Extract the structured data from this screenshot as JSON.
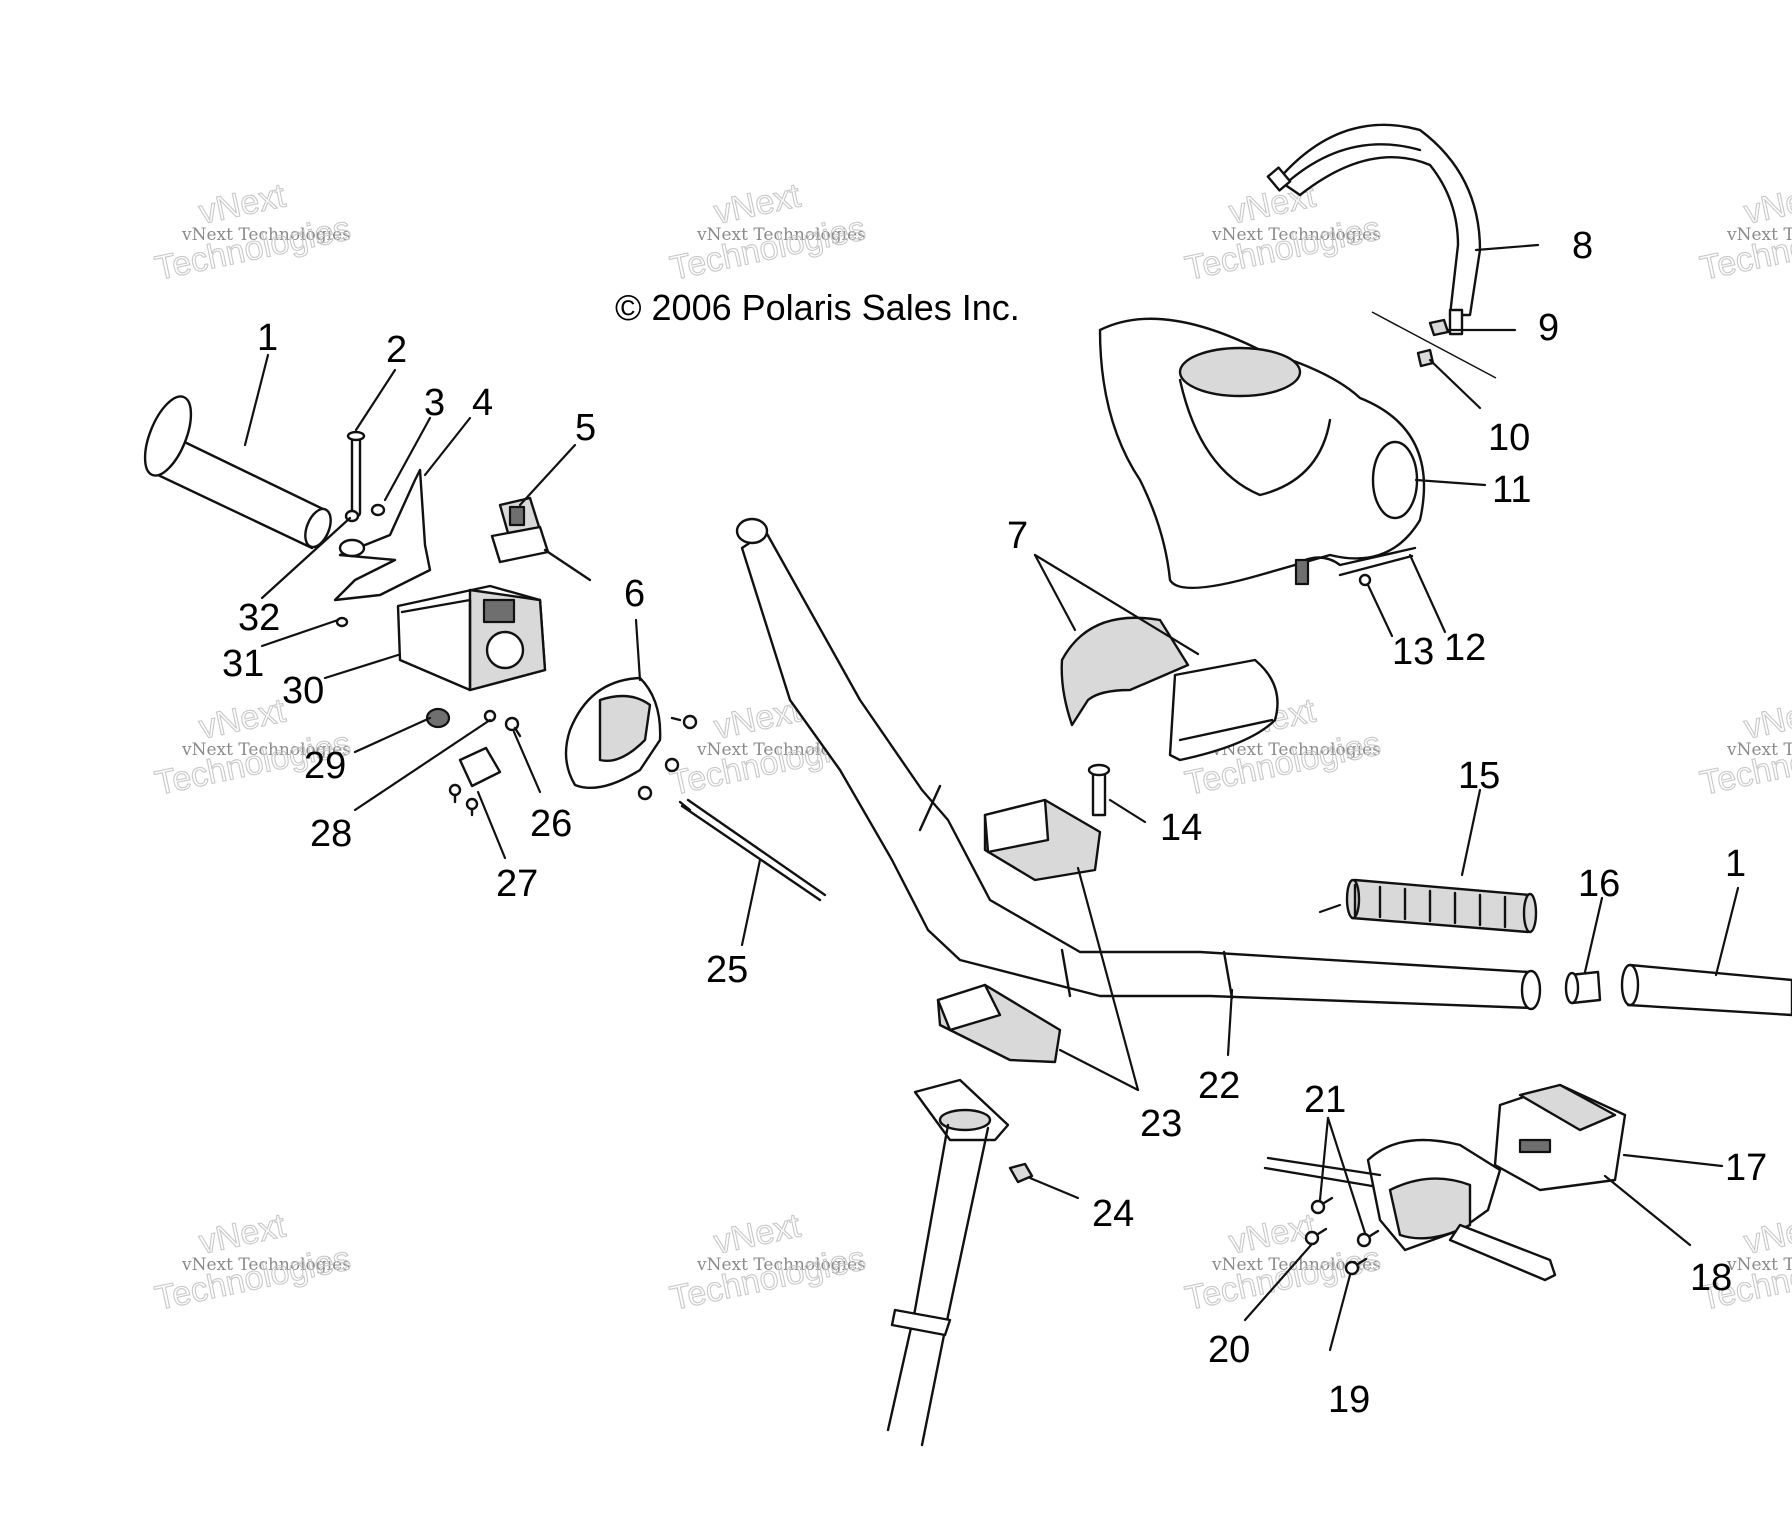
{
  "copyright": "© 2006 Polaris Sales Inc.",
  "watermark": {
    "line1": "vNext Technologies",
    "line2": "vNext",
    "line3": "Technologies"
  },
  "callouts": [
    {
      "id": "c1a",
      "text": "1"
    },
    {
      "id": "c2",
      "text": "2"
    },
    {
      "id": "c3",
      "text": "3"
    },
    {
      "id": "c4",
      "text": "4"
    },
    {
      "id": "c5",
      "text": "5"
    },
    {
      "id": "c6",
      "text": "6"
    },
    {
      "id": "c7",
      "text": "7"
    },
    {
      "id": "c8",
      "text": "8"
    },
    {
      "id": "c9",
      "text": "9"
    },
    {
      "id": "c10",
      "text": "10"
    },
    {
      "id": "c11",
      "text": "11"
    },
    {
      "id": "c12",
      "text": "12"
    },
    {
      "id": "c13",
      "text": "13"
    },
    {
      "id": "c14",
      "text": "14"
    },
    {
      "id": "c15",
      "text": "15"
    },
    {
      "id": "c16",
      "text": "16"
    },
    {
      "id": "c1b",
      "text": "1"
    },
    {
      "id": "c17",
      "text": "17"
    },
    {
      "id": "c18",
      "text": "18"
    },
    {
      "id": "c19",
      "text": "19"
    },
    {
      "id": "c20",
      "text": "20"
    },
    {
      "id": "c21",
      "text": "21"
    },
    {
      "id": "c22",
      "text": "22"
    },
    {
      "id": "c23",
      "text": "23"
    },
    {
      "id": "c24",
      "text": "24"
    },
    {
      "id": "c25",
      "text": "25"
    },
    {
      "id": "c26",
      "text": "26"
    },
    {
      "id": "c27",
      "text": "27"
    },
    {
      "id": "c28",
      "text": "28"
    },
    {
      "id": "c29",
      "text": "29"
    },
    {
      "id": "c30",
      "text": "30"
    },
    {
      "id": "c31",
      "text": "31"
    },
    {
      "id": "c32",
      "text": "32"
    }
  ]
}
